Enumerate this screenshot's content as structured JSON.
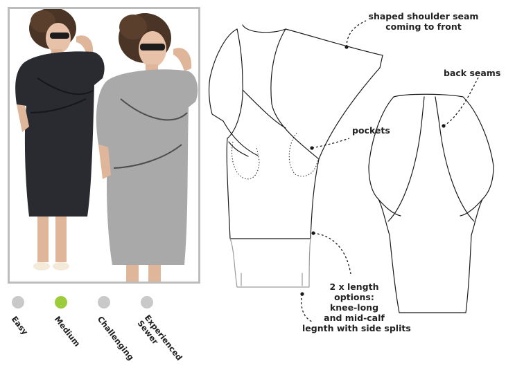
{
  "annotations": {
    "shoulder": [
      "shaped shoulder seam",
      "coming to front"
    ],
    "back_seams": "back seams",
    "pockets": "pockets",
    "length": [
      "2 x length",
      "options:",
      "knee-long",
      "and mid-calf",
      "legnth with side splits"
    ]
  },
  "difficulty": {
    "levels": [
      {
        "label": "Easy",
        "selected": false
      },
      {
        "label": "Medium",
        "selected": true
      },
      {
        "label": "Challenging",
        "selected": false
      },
      {
        "label": "Experienced Sewer",
        "lines": [
          "Experienced",
          "Sewer"
        ],
        "selected": false
      }
    ],
    "selected_color": "#9ccb3b",
    "unselected_color": "#c9c9c9"
  },
  "colors": {
    "dress_black": "#2a2b30",
    "dress_grey": "#a9a9a9",
    "frame": "#bdbdbd",
    "line": "#1a1a1a"
  }
}
